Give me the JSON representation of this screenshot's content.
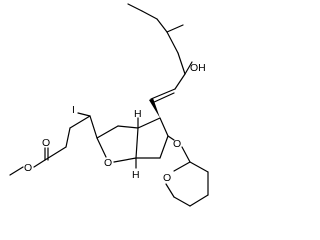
{
  "molecule": {
    "atoms": {
      "o_carbonyl": "O",
      "o_ester": "O",
      "iodine": "I",
      "o_ring": "O",
      "o_hydroxyl_label": "OH",
      "o_thp_link": "O",
      "o_thp_ring": "O",
      "h_top": "H",
      "h_bottom": "H"
    }
  }
}
